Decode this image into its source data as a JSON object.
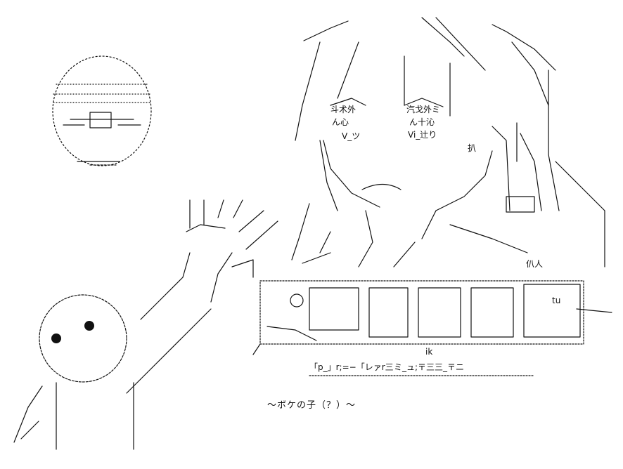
{
  "artwork": {
    "caption": "～ボケの子（？）～",
    "girl_face_text": {
      "eye_left_top": "斗术外",
      "eye_right_top": "汽戈外ミ",
      "eye_left_mid": "ん心",
      "eye_right_mid": "ん十沁",
      "eye_left_low": "V_ツ",
      "eye_right_low": "Vi_辻り",
      "cheek_mark": "扒",
      "hand_mark": "仈人"
    },
    "sign_text": {
      "row1": "「p_」r;=−「レァr三",
      "row2": "ミ_ュ;〒三三_〒ニ",
      "tu_mark": "tu",
      "ik_mark": "ik"
    },
    "ink_color": "#111111"
  }
}
